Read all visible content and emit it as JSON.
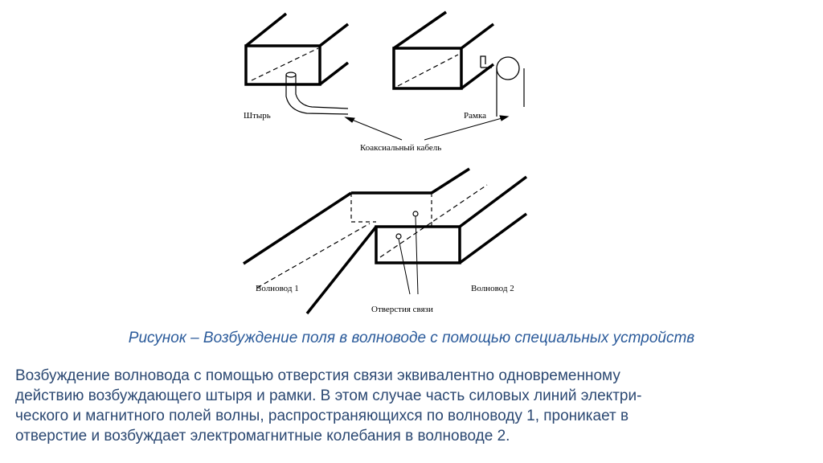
{
  "figure": {
    "labels": {
      "pin": "Штырь",
      "loop": "Рамка",
      "coax_cable": "Коаксиальный кабель",
      "waveguide_1": "Волновод 1",
      "waveguide_2": "Волновод 2",
      "coupling_holes": "Отверстия связи"
    }
  },
  "caption": "Рисунок – Возбуждение поля в волноводе с помощью специальных устройств",
  "body_lines": [
    "Возбуждение волновода с помощью отверстия связи эквивалентно одновременному",
    "действию возбуждающего штыря и рамки. В этом случае часть силовых линий электри-",
    "ческого и магнитного полей волны, распространяющихся по волноводу 1, проникает в",
    "отверстие и возбуждает электромагнитные колебания в волноводе 2."
  ],
  "colors": {
    "caption_text": "#2a5a9a",
    "body_text": "#2b4872",
    "drawing": "#000000"
  }
}
